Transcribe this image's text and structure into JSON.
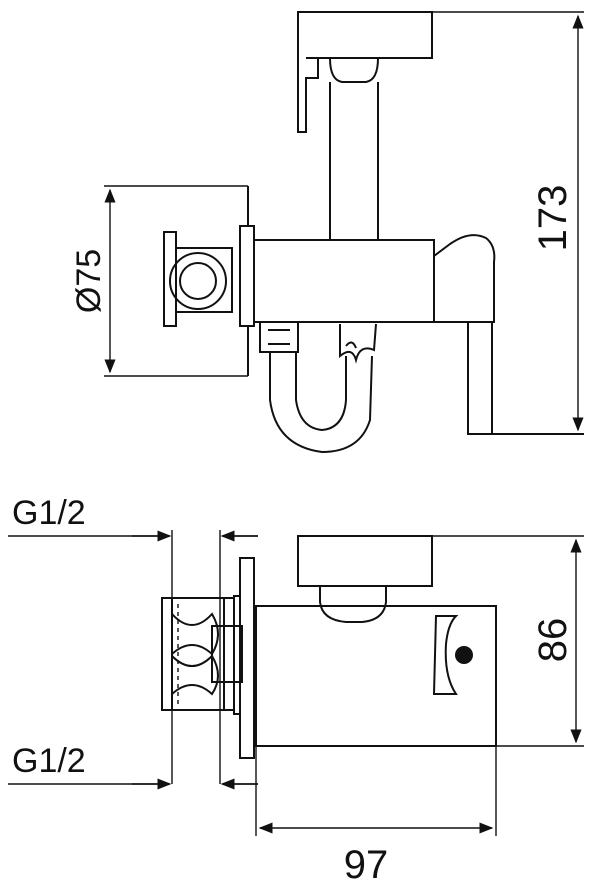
{
  "top_view": {
    "dim_height": "173",
    "dim_diameter": "Ø75"
  },
  "bottom_view": {
    "thread_top": "G1/2",
    "thread_bottom": "G1/2",
    "dim_height": "86",
    "dim_width": "97"
  }
}
